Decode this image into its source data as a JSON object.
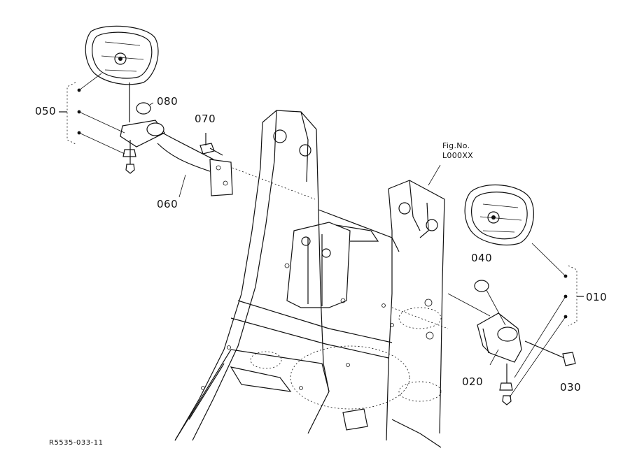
{
  "parts": {
    "p010": "010",
    "p020": "020",
    "p030": "030",
    "p040": "040",
    "p050": "050",
    "p060": "060",
    "p070": "070",
    "p080": "080"
  },
  "figure": {
    "line1": "Fig.No.",
    "line2": "L000XX"
  },
  "reference": "R5535-033-11"
}
